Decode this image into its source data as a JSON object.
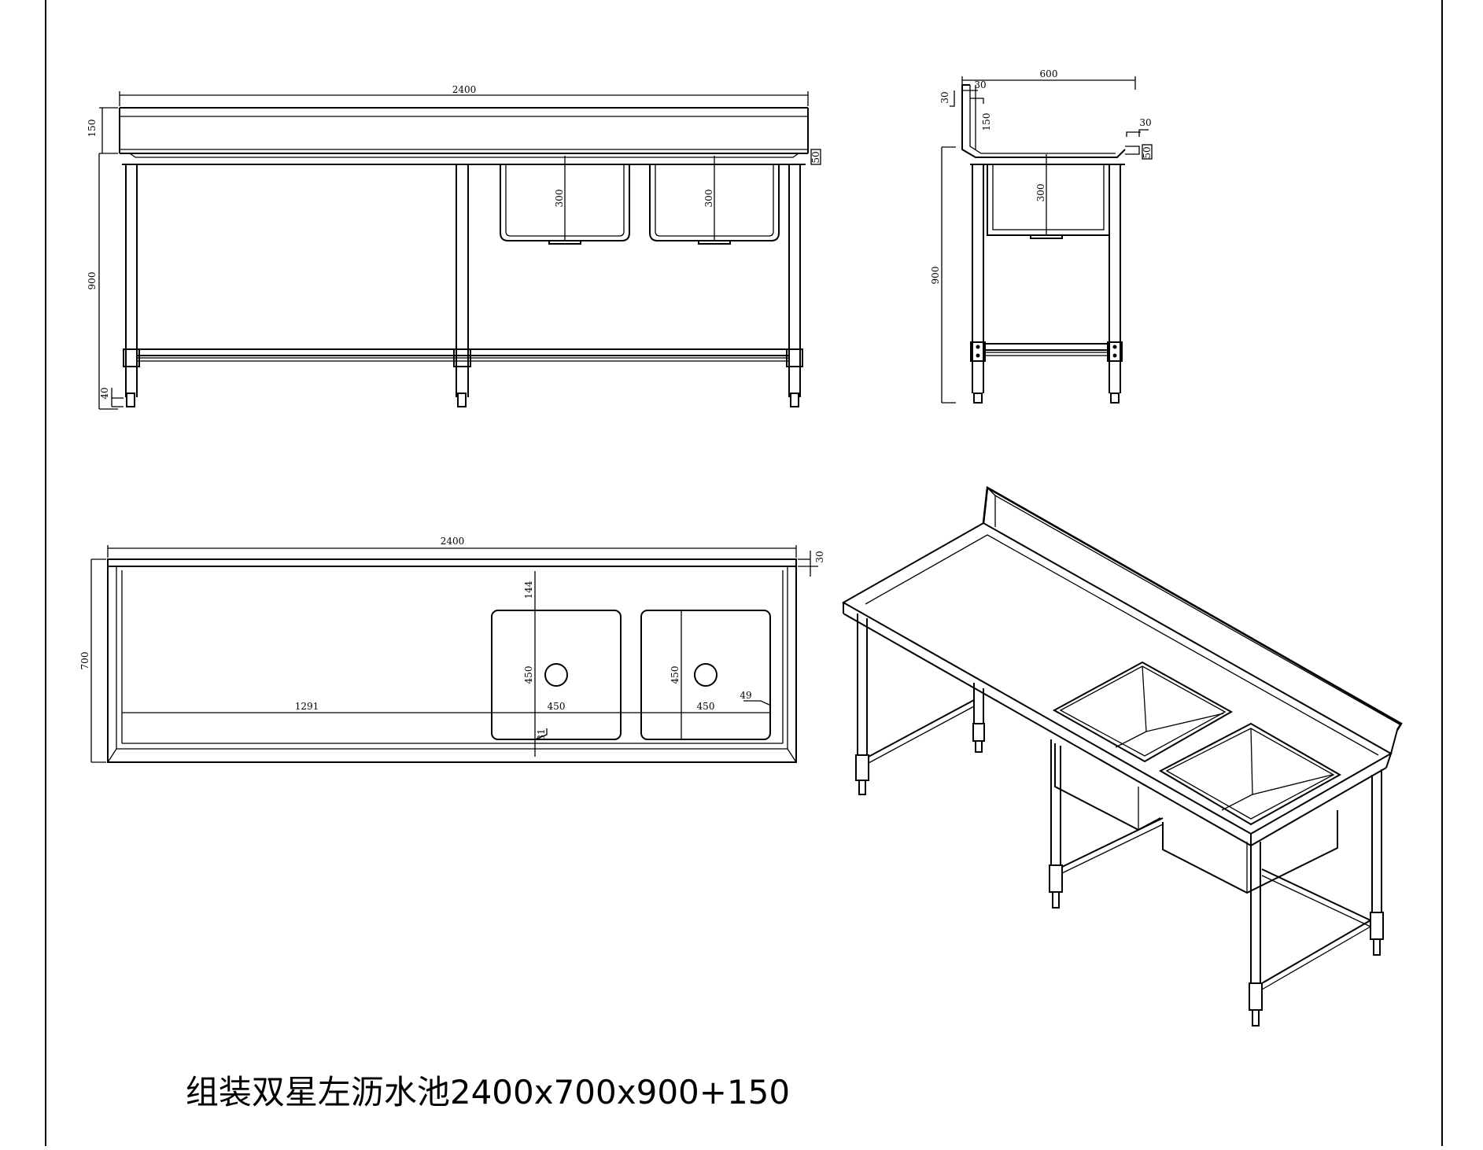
{
  "title": "组装双星左沥水池2400x700x900+150",
  "colors": {
    "line": "#000000",
    "background": "#ffffff"
  },
  "front_view": {
    "width": "2400",
    "backsplash": "150",
    "edge": "50",
    "height": "900",
    "foot": "40",
    "bowl_depth_1": "300",
    "bowl_depth_2": "300"
  },
  "side_view": {
    "depth": "600",
    "splash_top": "30",
    "splash_thickness": "30",
    "backsplash": "150",
    "front_lip": "30",
    "edge": "50",
    "bowl_depth": "300",
    "height": "900"
  },
  "plan_view": {
    "width": "2400",
    "splash": "30",
    "depth": "700",
    "drainboard": "1291",
    "back_gap": "144",
    "bowl1_length": "450",
    "bowl1_width": "450",
    "bowl2_length": "450",
    "bowl2_width": "450",
    "front_gap": "31",
    "side_gap": "49"
  }
}
